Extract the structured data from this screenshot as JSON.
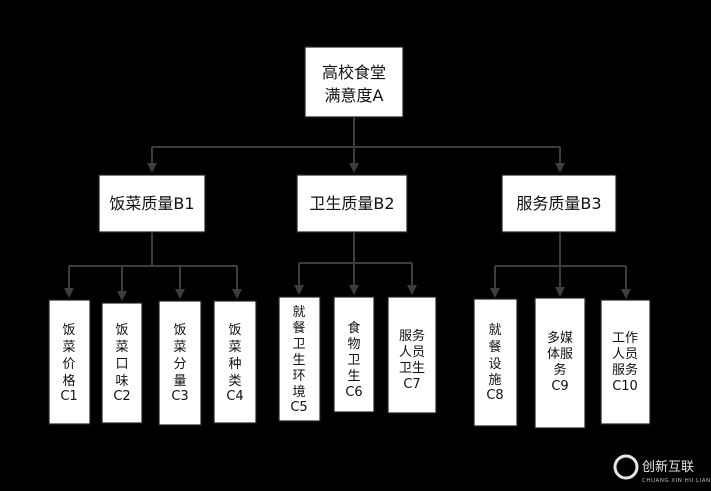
{
  "diagram": {
    "root": {
      "lines": [
        "高校食堂",
        "满意度A"
      ]
    },
    "level1": [
      {
        "label": "饭菜质量B1"
      },
      {
        "label": "卫生质量B2"
      },
      {
        "label": "服务质量B3"
      }
    ],
    "level2": [
      {
        "lines": [
          "饭",
          "菜",
          "价",
          "格",
          "C1"
        ]
      },
      {
        "lines": [
          "饭",
          "菜",
          "口",
          "味",
          "C2"
        ]
      },
      {
        "lines": [
          "饭",
          "菜",
          "分",
          "量",
          "C3"
        ]
      },
      {
        "lines": [
          "饭",
          "菜",
          "种",
          "类",
          "C4"
        ]
      },
      {
        "lines": [
          "就",
          "餐",
          "卫",
          "生",
          "环",
          "境",
          "C5"
        ]
      },
      {
        "lines": [
          "食",
          "物",
          "卫",
          "生",
          "C6"
        ]
      },
      {
        "lines": [
          "服务",
          "人员",
          "卫生",
          "C7"
        ]
      },
      {
        "lines": [
          "就",
          "餐",
          "设",
          "施",
          "C8"
        ]
      },
      {
        "lines": [
          "多媒",
          "体服",
          "务",
          "C9"
        ]
      },
      {
        "lines": [
          "工作",
          "人员",
          "服务",
          "C10"
        ]
      }
    ]
  },
  "watermark": {
    "logo": "创新互联",
    "subtext": "CHUANG XIN HU LIAN"
  },
  "colors": {
    "background": "#000000",
    "box_fill": "#ffffff",
    "line": "#3d3d3d"
  }
}
